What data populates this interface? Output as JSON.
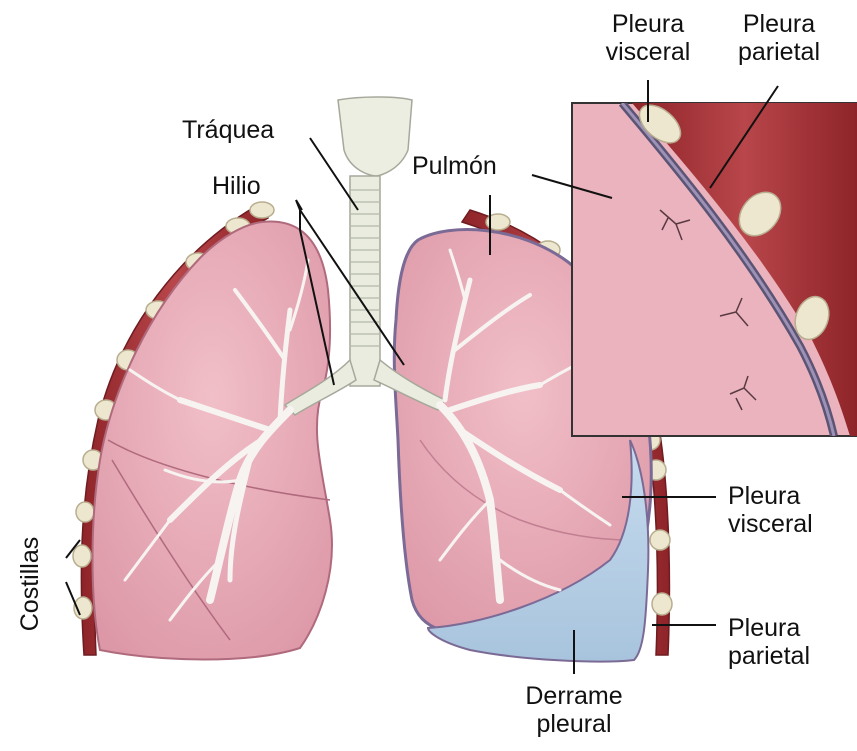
{
  "labels": {
    "traquea": "Tráquea",
    "hilio": "Hilio",
    "pulmon": "Pulmón",
    "inset_visceral_1": "Pleura",
    "inset_visceral_2": "visceral",
    "inset_parietal_1": "Pleura",
    "inset_parietal_2": "parietal",
    "visceral_1": "Pleura",
    "visceral_2": "visceral",
    "parietal_1": "Pleura",
    "parietal_2": "parietal",
    "derrame_1": "Derrame",
    "derrame_2": "pleural",
    "costillas": "Costillas"
  },
  "colors": {
    "lung": "#e8a9b6",
    "lung_dark": "#c97f92",
    "muscle": "#a9343a",
    "bone": "#eee7cf",
    "trachea": "#e9ecdf",
    "effusion": "#b9d2e6",
    "pleura": "#7b6a95",
    "bronchi": "#f7f3f1"
  }
}
